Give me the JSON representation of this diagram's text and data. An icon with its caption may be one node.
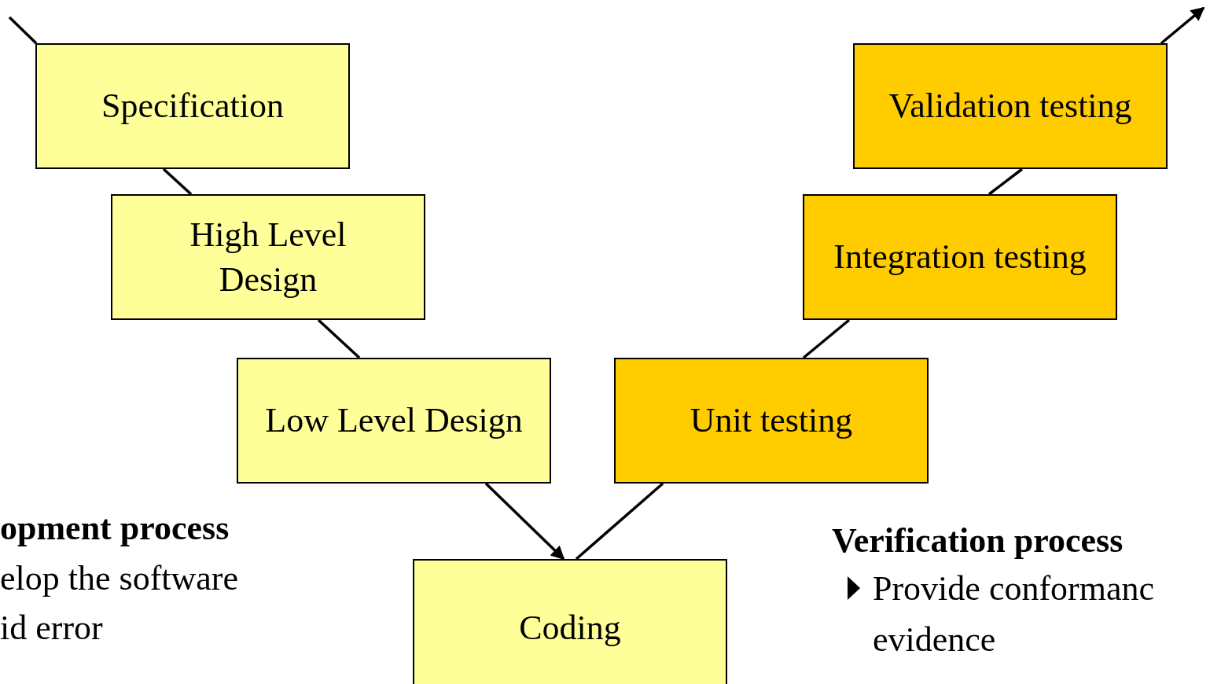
{
  "diagram": {
    "nodes": [
      {
        "text": [
          "Specification"
        ]
      },
      {
        "text": [
          "High Level Design"
        ]
      },
      {
        "text": [
          "Low Level Design"
        ]
      },
      {
        "text": [
          "Coding"
        ]
      },
      {
        "text": [
          "Unit testing"
        ]
      },
      {
        "text": [
          "Integration testing"
        ]
      },
      {
        "text": [
          "Validation testing"
        ]
      }
    ],
    "edges": [
      {
        "from": null,
        "to": 0,
        "arrow": "none"
      },
      {
        "from": 0,
        "to": 1,
        "arrow": "none"
      },
      {
        "from": 1,
        "to": 2,
        "arrow": "none"
      },
      {
        "from": 2,
        "to": 3,
        "arrow": "to"
      },
      {
        "from": 3,
        "to": 4,
        "arrow": "none"
      },
      {
        "from": 4,
        "to": 5,
        "arrow": "none"
      },
      {
        "from": 5,
        "to": 6,
        "arrow": "none"
      },
      {
        "from": 6,
        "to": null,
        "arrow": "to"
      }
    ],
    "labels": [
      "opment process",
      "elop the software",
      "id error",
      "Verification process",
      "Provide conformanc",
      "evidence"
    ]
  }
}
